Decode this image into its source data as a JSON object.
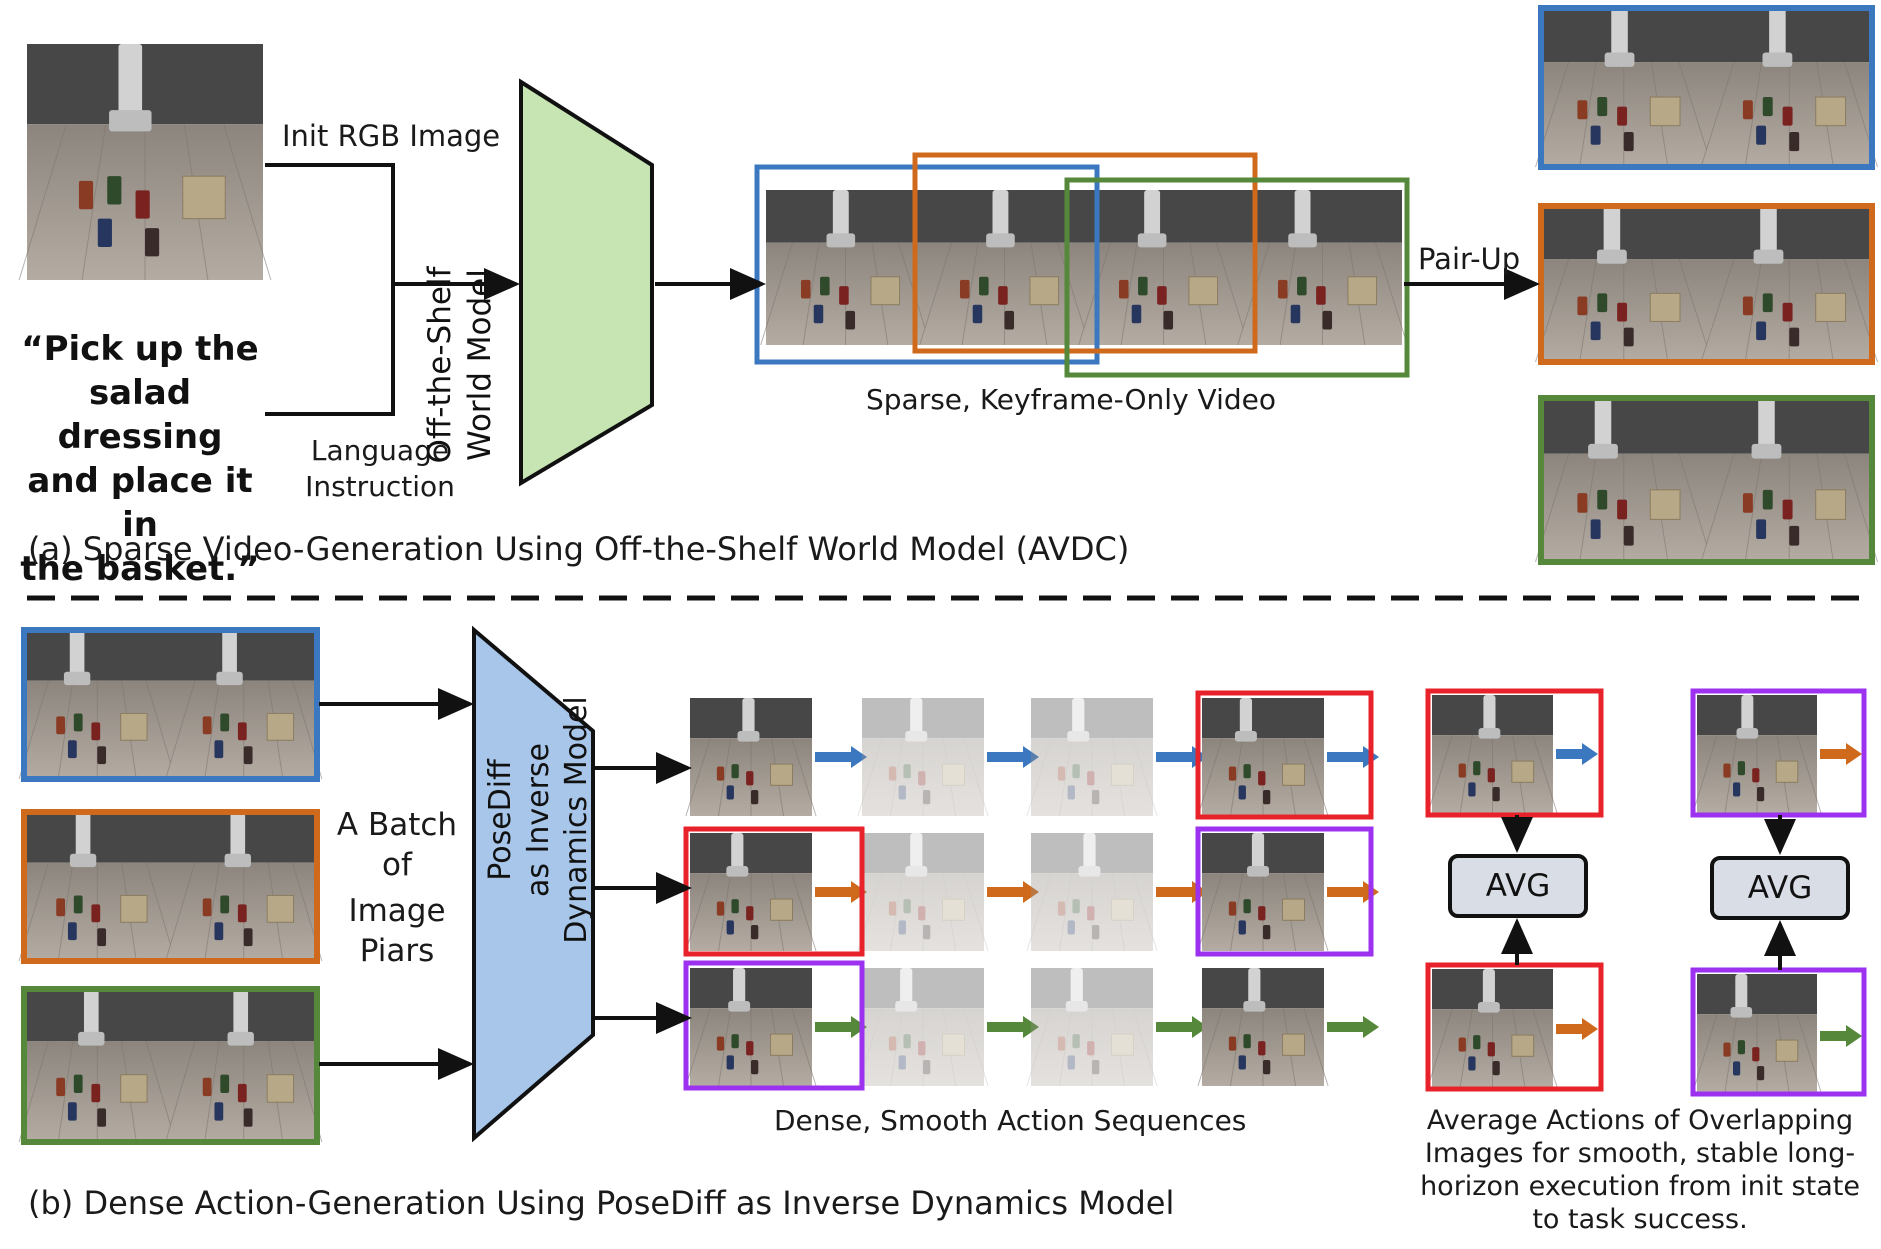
{
  "colors": {
    "blue": "#3b78c0",
    "orange": "#cf6a1d",
    "green": "#55883a",
    "red": "#e8222a",
    "purple": "#9c32f0",
    "world_model_fill": "#c6e5b2",
    "inverse_model_fill": "#a7c6ea",
    "avg_fill": "#d9dde6",
    "floor": "#a49c94",
    "wall": "#474747"
  },
  "part_a": {
    "init_rgb_label": "Init RGB Image",
    "instruction_quote": [
      "“Pick up the",
      "salad dressing",
      "and place it in",
      "the basket.”"
    ],
    "language_label": [
      "Language",
      "Instruction"
    ],
    "world_model_label": [
      "Off-the-Shelf",
      "World Model"
    ],
    "video_caption": "Sparse, Keyframe-Only Video",
    "pair_up_label": "Pair-Up",
    "caption": "(a) Sparse Video-Generation Using Off-the-Shelf World Model (AVDC)"
  },
  "part_b": {
    "batch_label": [
      "A Batch",
      "of",
      "Image",
      "Piars"
    ],
    "inverse_model_label": [
      "PoseDiff",
      "as Inverse",
      "Dynamics Model"
    ],
    "sequence_caption": "Dense, Smooth Action Sequences",
    "avg_label": "AVG",
    "average_caption": [
      "Average Actions of Overlapping",
      "Images for smooth, stable long-",
      "horizon execution from init state",
      "to task success."
    ],
    "caption": "(b) Dense Action-Generation Using PoseDiff as Inverse Dynamics Model"
  }
}
